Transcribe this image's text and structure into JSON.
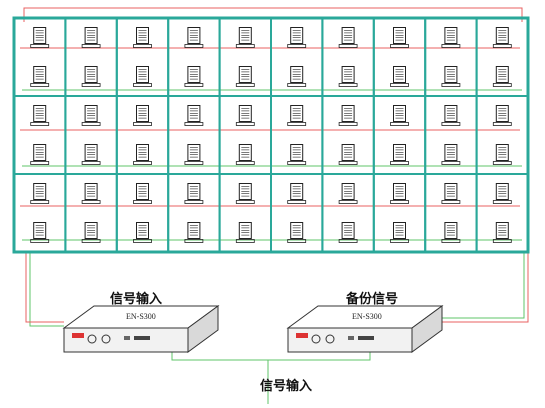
{
  "labels": {
    "signal_input_left": "信号输入",
    "backup_signal": "备份信号",
    "signal_input_bottom": "信号输入"
  },
  "devices": {
    "left_model": "EN-S300",
    "right_model": "EN-S300"
  },
  "grid": {
    "cabinet_rows": 3,
    "cabinet_cols": 10,
    "modules_per_cabinet": 2
  },
  "colors": {
    "frame": "#2aa89a",
    "red_signal": "#e86060",
    "green_signal": "#5fc46a",
    "module": "#222222",
    "device_body": "#f2f2f2",
    "device_outline": "#333333"
  }
}
